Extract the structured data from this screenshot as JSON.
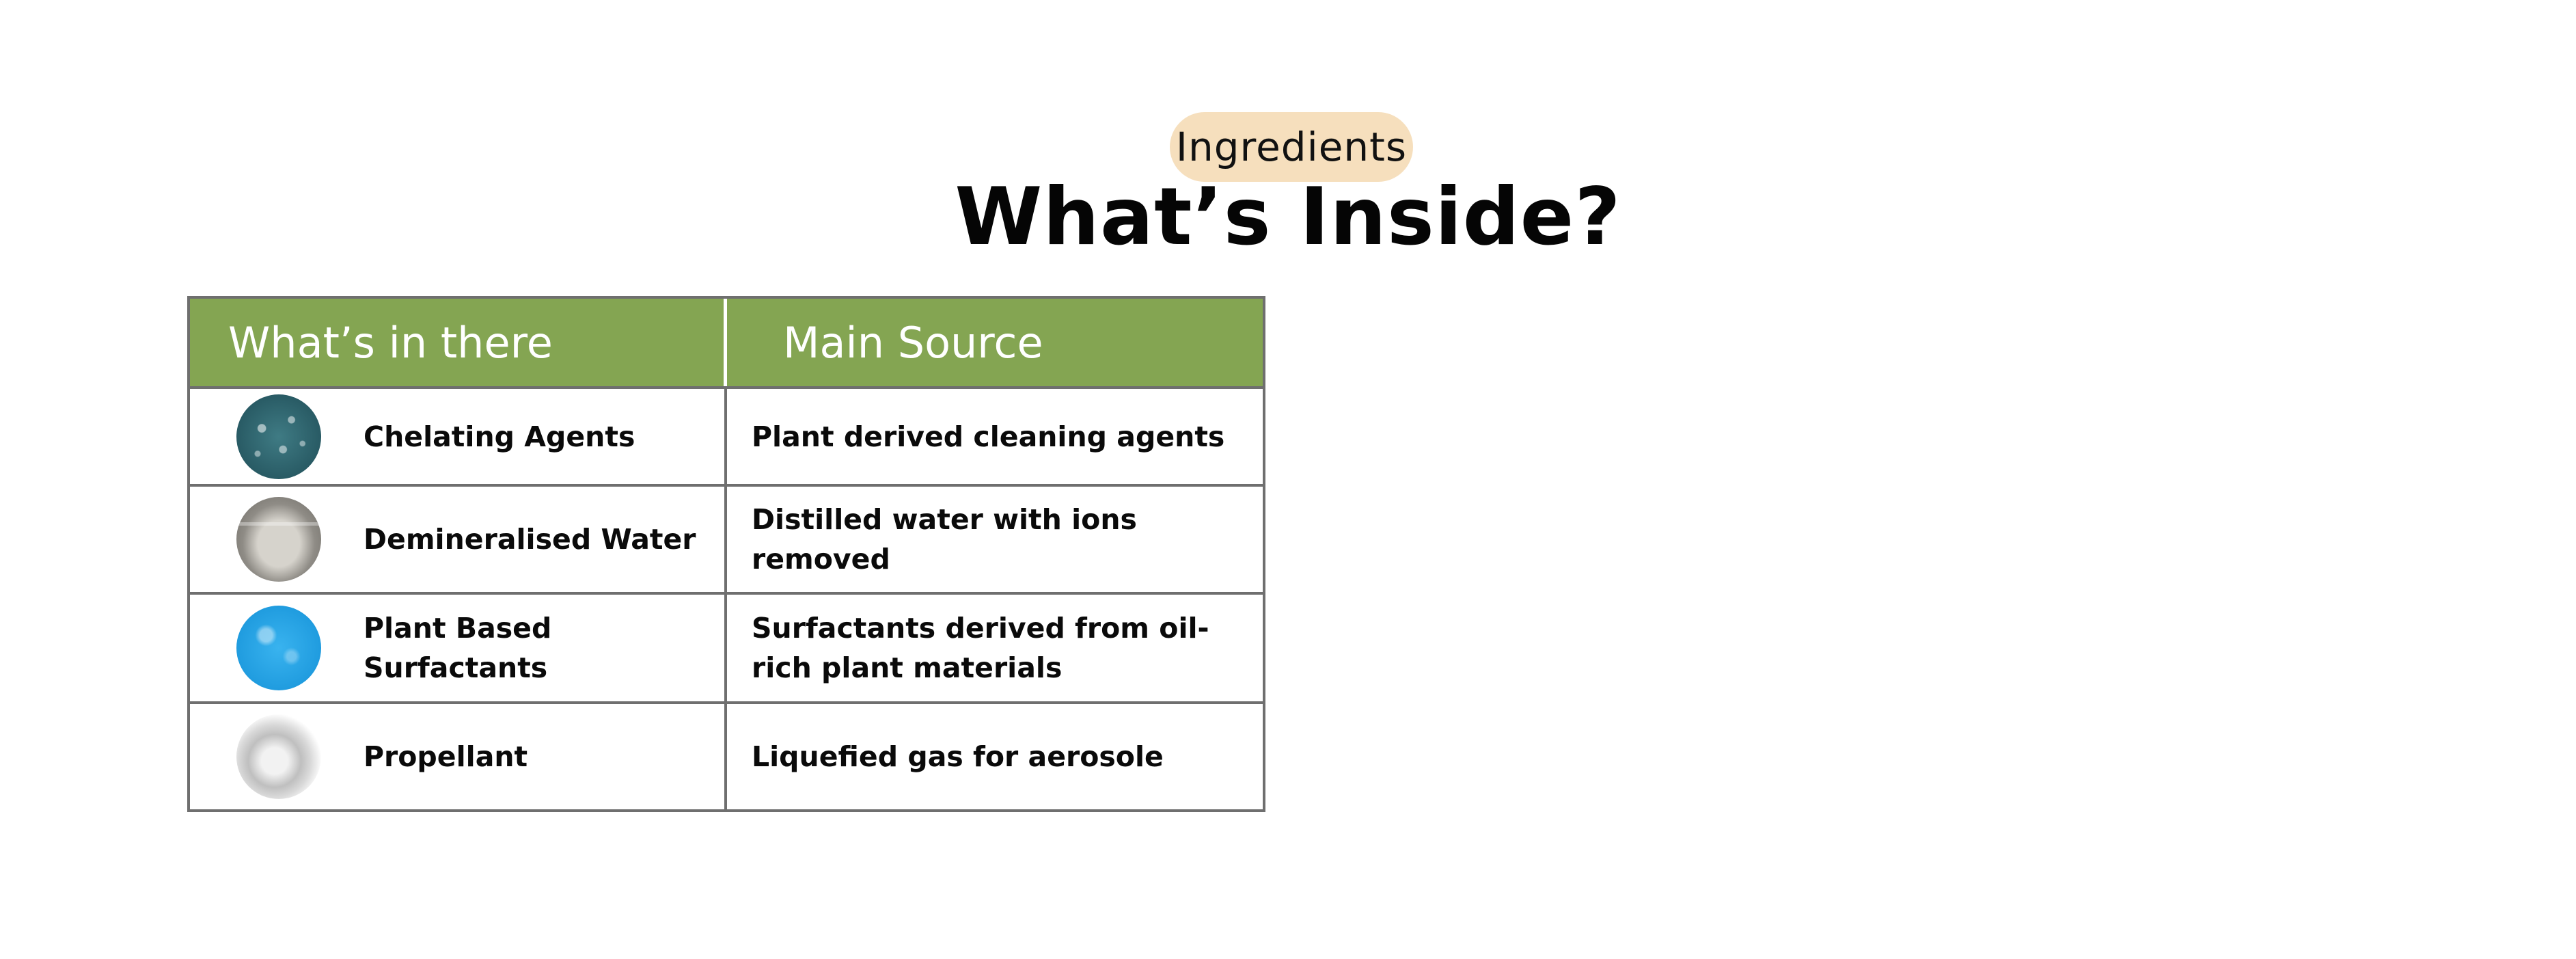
{
  "header": {
    "badge": "Ingredients",
    "title": "What’s Inside?"
  },
  "table": {
    "columns": [
      "What’s in there",
      "Main Source"
    ],
    "rows": [
      {
        "ingredient": "Chelating Agents",
        "source": "Plant derived cleaning agents",
        "icon": "chelating-agents-photo"
      },
      {
        "ingredient": "Demineralised Water",
        "source": "Distilled water with ions removed",
        "icon": "water-glass-photo"
      },
      {
        "ingredient": "Plant Based Surfactants",
        "source": "Surfactants derived from oil-rich plant materials",
        "icon": "blue-water-photo"
      },
      {
        "ingredient": "Propellant",
        "source": "Liquefied gas for aerosole",
        "icon": "crystal-photo"
      }
    ]
  },
  "colors": {
    "badge_bg": "#f6dfbd",
    "header_green": "#84a552",
    "border_grey": "#6f6f6f"
  }
}
